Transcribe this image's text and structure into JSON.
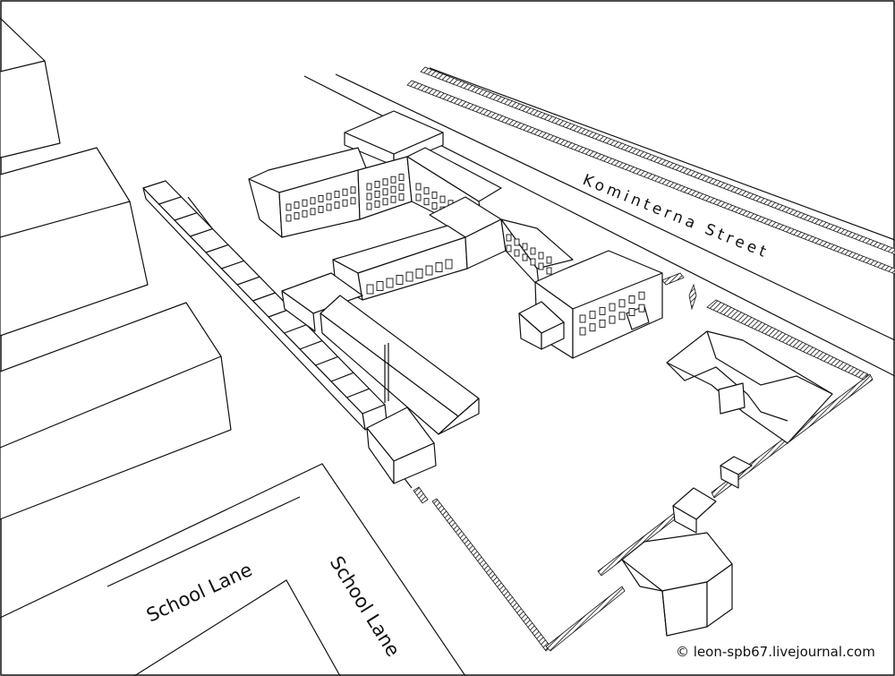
{
  "labels": {
    "street_main": "Kominterna Street",
    "lane_1": "School Lane",
    "lane_2": "School Lane",
    "copyright": "© leon-spb67.livejournal.com"
  },
  "colors": {
    "line": "#111111",
    "background": "#ffffff"
  }
}
